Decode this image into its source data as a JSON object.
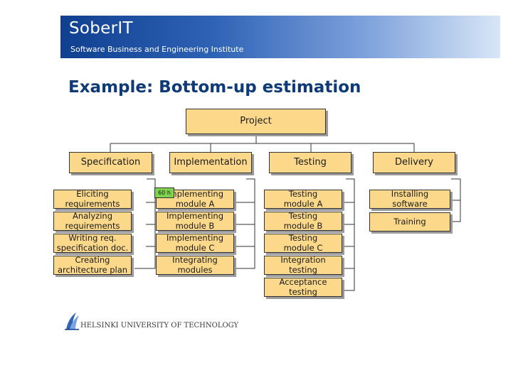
{
  "header": {
    "title": "SoberIT",
    "subtitle": "Software Business and Engineering Institute"
  },
  "slide": {
    "title": "Example: Bottom-up estimation"
  },
  "tree": {
    "root": "Project",
    "specification": {
      "label": "Specification",
      "items": [
        "Eliciting\nrequirements",
        "Analyzing\nrequirements",
        "Writing req.\nspecification doc.",
        "Creating\narchitecture plan"
      ]
    },
    "implementation": {
      "label": "Implementation",
      "items": [
        "Implementing\nmodule A",
        "Implementing\nmodule B",
        "Implementing\nmodule C",
        "Integrating\nmodules"
      ]
    },
    "testing": {
      "label": "Testing",
      "items": [
        "Testing\nmodule A",
        "Testing\nmodule B",
        "Testing\nmodule C",
        "Integration\ntesting",
        "Acceptance\ntesting"
      ]
    },
    "delivery": {
      "label": "Delivery",
      "items": [
        "Installing\nsoftware",
        "Training"
      ]
    },
    "estimate_tag": "60 h"
  },
  "footer": {
    "university": "HELSINKI UNIVERSITY OF TECHNOLOGY"
  },
  "colors": {
    "box_fill": "#fcd98a",
    "tag_fill": "#7fd24d",
    "title_color": "#0e3b78",
    "banner": "#2f63b6"
  }
}
